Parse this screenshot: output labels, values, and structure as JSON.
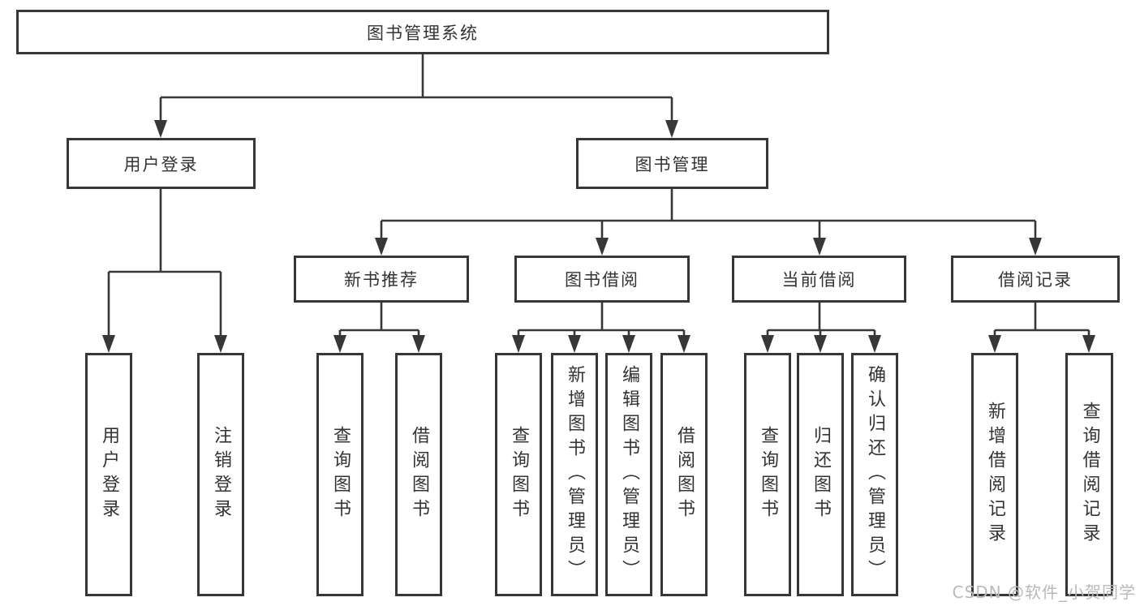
{
  "tree": {
    "root": "图书管理系统",
    "branches": [
      {
        "label": "用户登录",
        "children": [
          "用户登录",
          "注销登录"
        ]
      },
      {
        "label": "图书管理",
        "groups": [
          {
            "label": "新书推荐",
            "children": [
              "查询图书",
              "借阅图书"
            ]
          },
          {
            "label": "图书借阅",
            "children": [
              "查询图书",
              "新增图书（管理员）",
              "编辑图书（管理员）",
              "借阅图书"
            ]
          },
          {
            "label": "当前借阅",
            "children": [
              "查询图书",
              "归还图书",
              "确认归还（管理员）"
            ]
          },
          {
            "label": "借阅记录",
            "children": [
              "新增借阅记录",
              "查询借阅记录"
            ]
          }
        ]
      }
    ]
  },
  "watermark": "CSDN @软件_小贺同学",
  "colors": {
    "line": "#373737",
    "box_border": "#373737",
    "text": "#333333",
    "watermark": "#b9b9b9",
    "background": "#ffffff"
  }
}
